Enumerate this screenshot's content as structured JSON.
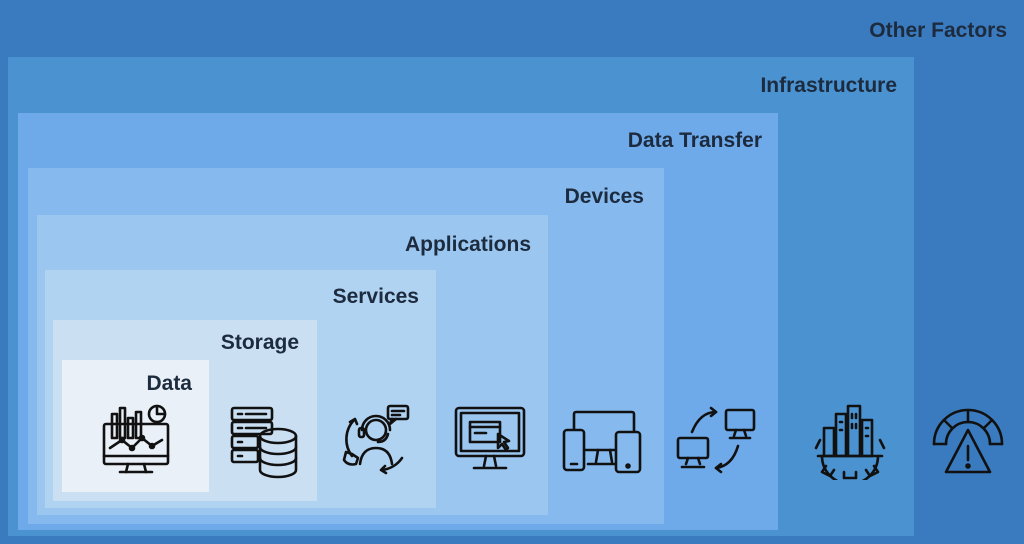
{
  "layers": [
    {
      "label": "Other Factors"
    },
    {
      "label": "Infrastructure"
    },
    {
      "label": "Data Transfer"
    },
    {
      "label": "Devices"
    },
    {
      "label": "Applications"
    },
    {
      "label": "Services"
    },
    {
      "label": "Storage"
    },
    {
      "label": "Data"
    }
  ],
  "icons": [
    "analytics-dashboard-icon",
    "database-server-icon",
    "customer-support-icon",
    "computer-monitor-icon",
    "multi-device-icon",
    "network-transfer-icon",
    "smart-city-infrastructure-icon",
    "risk-gauge-icon"
  ],
  "colors": {
    "other_factors": "#3a7bbf",
    "infrastructure": "#4a92d0",
    "data_transfer": "#6eaaea",
    "devices": "#86baee",
    "applications": "#9ac6f0",
    "services": "#b1d3f2",
    "storage": "#cbdff2",
    "data": "#e9f0f7"
  }
}
